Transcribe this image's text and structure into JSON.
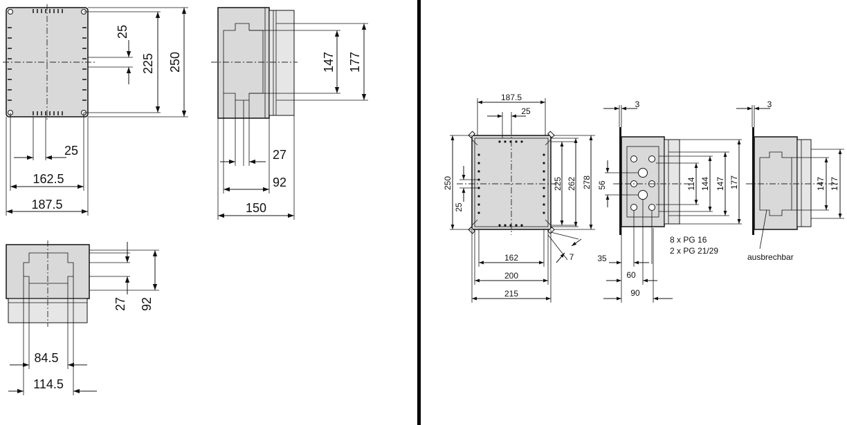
{
  "colors": {
    "enclosure_fill": "#d9d9d9",
    "line": "#111111",
    "divider": "#000000"
  },
  "left": {
    "front_view": {
      "dim_25": "25",
      "dim_225": "225",
      "dim_250": "250",
      "dim_25_bottom": "25",
      "dim_162_5": "162.5",
      "dim_187_5": "187.5"
    },
    "side_view": {
      "dim_147": "147",
      "dim_177": "177",
      "dim_27": "27",
      "dim_92": "92",
      "dim_150": "150"
    },
    "bottom_view": {
      "dim_27": "27",
      "dim_92": "92",
      "dim_84_5": "84.5",
      "dim_114_5": "114.5"
    }
  },
  "right": {
    "front_view": {
      "dim_187_5": "187.5",
      "dim_25_top": "25",
      "dim_250": "250",
      "dim_25_left": "25",
      "dim_225": "225",
      "dim_262": "262",
      "dim_278": "278",
      "dim_162": "162",
      "dim_200": "200",
      "dim_215": "215",
      "dim_7": "7"
    },
    "gland_view": {
      "dim_3": "3",
      "dim_56": "56",
      "dim_114": "114",
      "dim_144": "144",
      "dim_147": "147",
      "dim_177": "177",
      "dim_35": "35",
      "dim_60": "60",
      "dim_90": "90",
      "note_pg16": "8 x PG 16",
      "note_pg21": "2 x PG 21/29"
    },
    "side_view": {
      "dim_3": "3",
      "dim_147": "147",
      "dim_177": "177",
      "label_knockout": "ausbrechbar"
    }
  }
}
